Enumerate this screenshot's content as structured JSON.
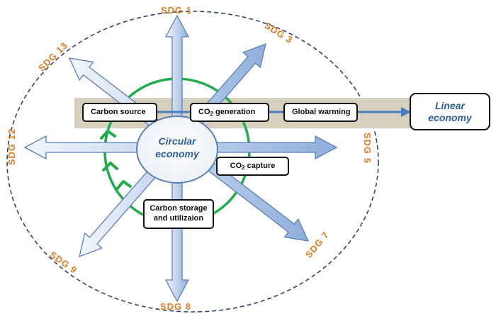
{
  "sdgs": [
    "SDG 1",
    "SDG 3",
    "SDG 5",
    "SDG 7",
    "SDG 8",
    "SDG 9",
    "SDG 12",
    "SDG 13"
  ],
  "hub": {
    "line1": "Circular",
    "line2": "economy"
  },
  "boxes": {
    "carbon_source": "Carbon source",
    "co2_generation_prefix": "CO",
    "co2_generation_sub": "2",
    "co2_generation_suffix": " generation",
    "global_warming": "Global warming",
    "co2_capture_prefix": "CO",
    "co2_capture_sub": "2",
    "co2_capture_suffix": " capture",
    "storage_line1": "Carbon storage",
    "storage_line2": "and utilizaion",
    "linear_line1": "Linear",
    "linear_line2": "economy"
  },
  "colors": {
    "arrow_fill_light": "#f2f6fc",
    "arrow_fill_dark": "#8eaedb",
    "arrow_stroke": "#5b80b8",
    "band": "#d6d0be",
    "cycle": "#1fae4b",
    "dashed_ellipse": "#2f4466",
    "sdg_text": "#e07b1f",
    "hub_text": "#2e5e9a",
    "flow_arrow": "#4a7cc2"
  }
}
